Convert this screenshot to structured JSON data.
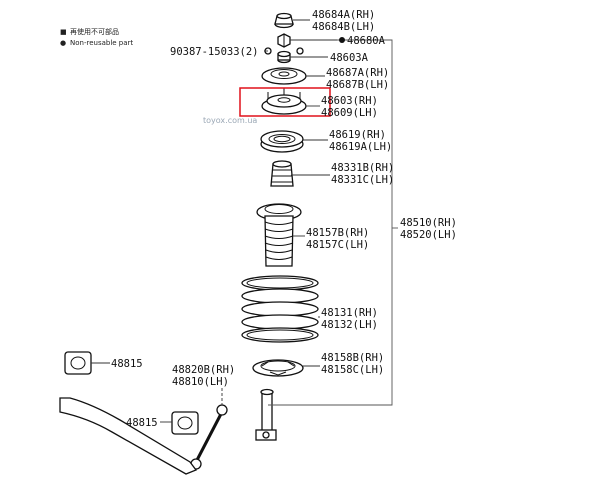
{
  "legend": {
    "items": [
      {
        "symbol": "■",
        "text": "再使用不可部品"
      },
      {
        "symbol": "●",
        "text": "Non-reusable part"
      }
    ]
  },
  "watermark": "toyox.com.ua",
  "highlight": {
    "color": "#e0101a"
  },
  "labels": {
    "l48684": [
      "48684A(RH)",
      "48684B(LH)"
    ],
    "l48680": "48680A",
    "l90387": "90387-15033(2)",
    "l48603a": "48603A",
    "l48687": [
      "48687A(RH)",
      "48687B(LH)"
    ],
    "l48603": [
      "48603(RH)",
      "48609(LH)"
    ],
    "l48619": [
      "48619(RH)",
      "48619A(LH)"
    ],
    "l48331": [
      "48331B(RH)",
      "48331C(LH)"
    ],
    "l48157": [
      "48157B(RH)",
      "48157C(LH)"
    ],
    "l48510": [
      "48510(RH)",
      "48520(LH)"
    ],
    "l48131": [
      "48131(RH)",
      "48132(LH)"
    ],
    "l48158": [
      "48158B(RH)",
      "48158C(LH)"
    ],
    "l48815a": "48815",
    "l48820": [
      "48820B(RH)",
      "48810(LH)"
    ],
    "l48815b": "48815"
  }
}
